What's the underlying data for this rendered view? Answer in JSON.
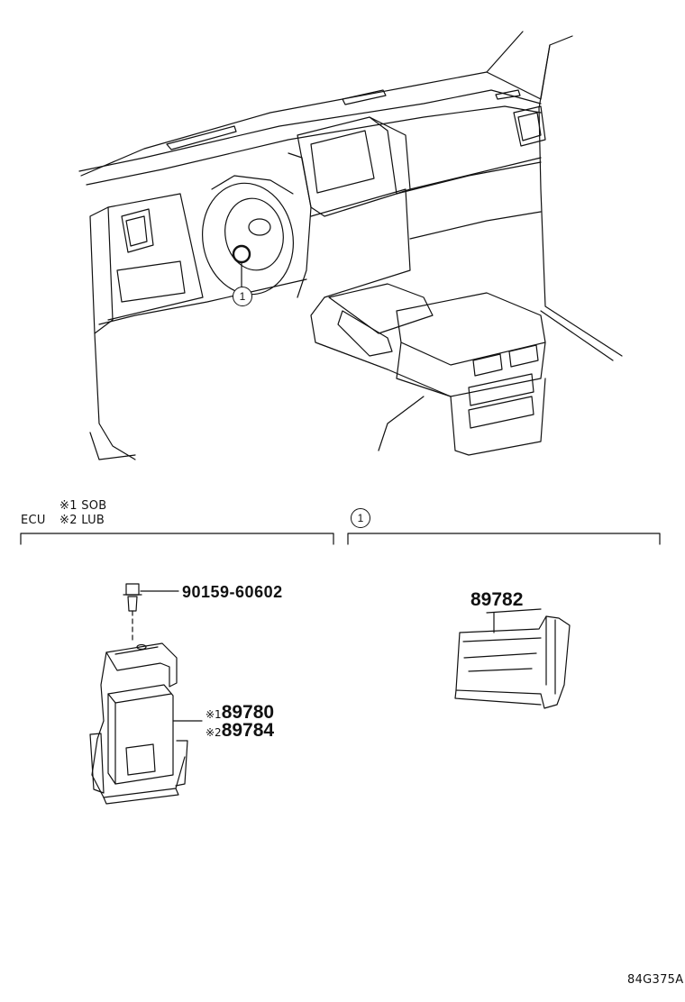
{
  "legend": {
    "ecu_label": "ECU",
    "note1": "※1 SOB",
    "note2": "※2 LUB"
  },
  "callouts": {
    "main_view": "1",
    "section_header": "1"
  },
  "parts": {
    "bolt_number": "90159-60602",
    "ecu_mark1": "※1",
    "ecu_number1": "89780",
    "ecu_mark2": "※2",
    "ecu_number2": "89784",
    "sensor_number": "89782"
  },
  "figure_code": "84G375A"
}
